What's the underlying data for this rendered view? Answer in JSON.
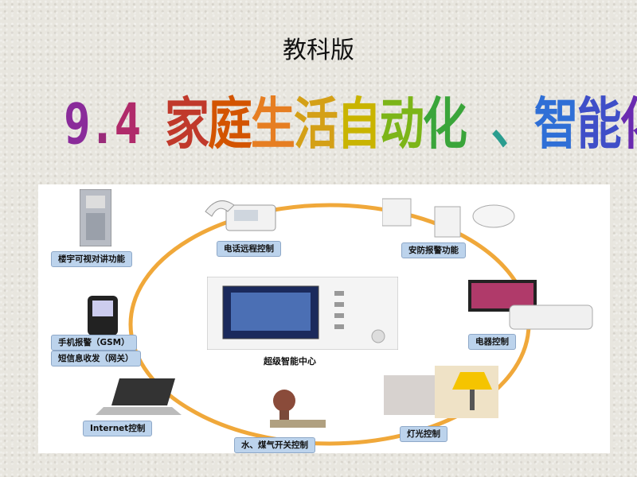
{
  "subtitle": "教科版",
  "title": {
    "chars": [
      {
        "t": "9",
        "c": "#8a2b9a"
      },
      {
        "t": ".",
        "c": "#9a2b7a"
      },
      {
        "t": "4",
        "c": "#b02a6a"
      },
      {
        "t": " ",
        "c": "#000"
      },
      {
        "t": "家",
        "c": "#c0392b"
      },
      {
        "t": "庭",
        "c": "#d35400"
      },
      {
        "t": "生",
        "c": "#e67e22"
      },
      {
        "t": "活",
        "c": "#d4a017"
      },
      {
        "t": "自",
        "c": "#c9b400"
      },
      {
        "t": "动",
        "c": "#7cb518"
      },
      {
        "t": "化",
        "c": "#3aa53a"
      },
      {
        "t": " ",
        "c": "#000"
      },
      {
        "t": "、",
        "c": "#2a9d8f"
      },
      {
        "t": "智",
        "c": "#2f6fd6"
      },
      {
        "t": "能",
        "c": "#3f4fc8"
      },
      {
        "t": "化",
        "c": "#6a2bb0"
      }
    ]
  },
  "diagram": {
    "center_label": "超级智能中心",
    "labels": {
      "building_intercom": "楼宇可视对讲功能",
      "phone_remote": "电话远程控制",
      "security_alarm": "安防报警功能",
      "mobile_alarm": "手机报警（GSM）",
      "sms": "短信息收发（网关）",
      "appliance": "电器控制",
      "internet": "Internet控制",
      "water_gas": "水、煤气开关控制",
      "lighting": "灯光控制"
    }
  },
  "colors": {
    "ring": "#f0a83a",
    "label_bg": "#bcd3ec"
  }
}
